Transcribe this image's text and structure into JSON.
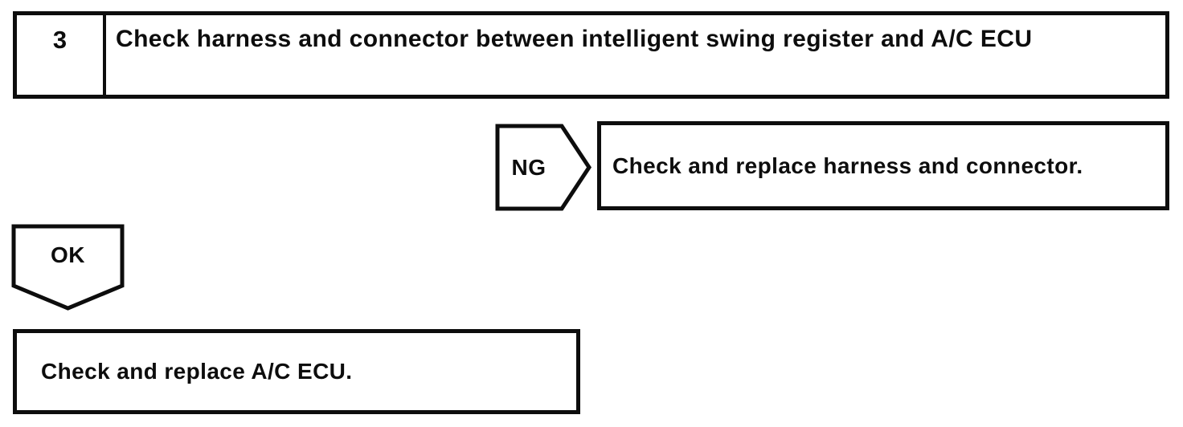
{
  "flowchart": {
    "step": {
      "number": "3",
      "instruction": "Check harness and connector between intelligent swing register and A/C ECU"
    },
    "ng_branch": {
      "connector_label": "NG",
      "action": "Check and replace harness and connector."
    },
    "ok_branch": {
      "connector_label": "OK",
      "action": "Check and replace A/C ECU."
    },
    "colors": {
      "line": "#0d0d0d",
      "background": "#ffffff"
    }
  }
}
